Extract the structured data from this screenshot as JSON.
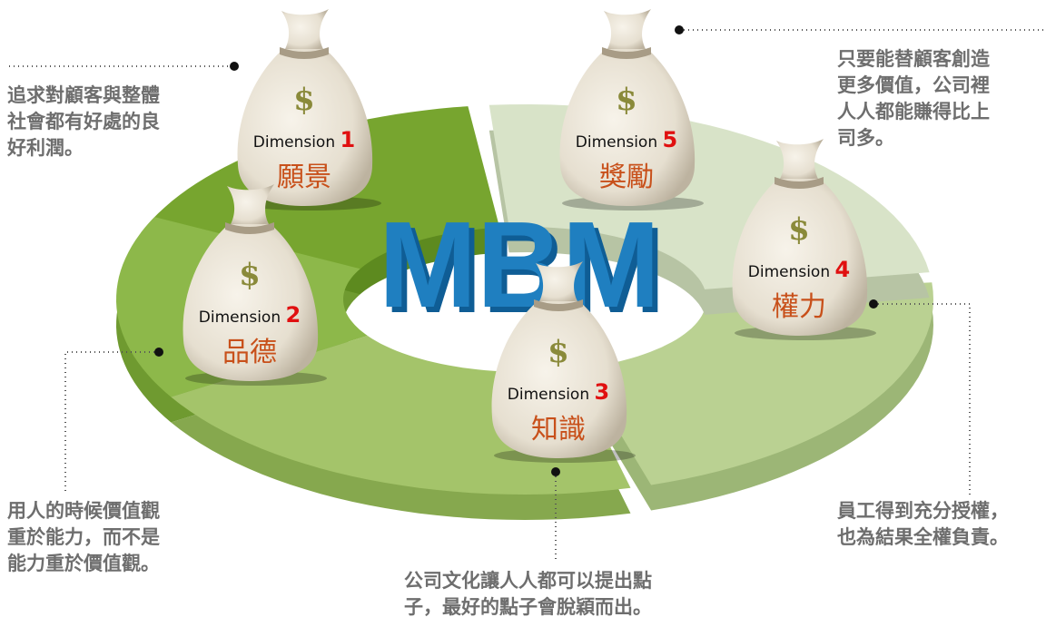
{
  "center_logo": "MBM",
  "dimension_word": "Dimension",
  "dimensions": [
    {
      "number": "1",
      "name": "願景",
      "note": "追求對顧客與整體社會都有好處的良好利潤。",
      "note_lines": [
        "追求對顧客與整體",
        "社會都有好處的良",
        "好利潤。"
      ]
    },
    {
      "number": "2",
      "name": "品德",
      "note_lines": [
        "用人的時候價值觀",
        "重於能力，而不是",
        "能力重於價值觀。"
      ]
    },
    {
      "number": "3",
      "name": "知識",
      "note_lines": [
        "公司文化讓人人都可以提出點",
        "子，最好的點子會脫穎而出。"
      ]
    },
    {
      "number": "4",
      "name": "權力",
      "note_lines": [
        "員工得到充分授權，",
        "也為結果全權負責。"
      ]
    },
    {
      "number": "5",
      "name": "獎勵",
      "note_lines": [
        "只要能替顧客創造",
        "更多價值，公司裡",
        "人人都能賺得比上",
        "司多。"
      ]
    }
  ],
  "colors": {
    "ring1": "#77a52f",
    "ring2": "#8db84a",
    "ring3": "#a4c46a",
    "ring4": "#bad192",
    "ring5": "#d8e3c8",
    "logo": "#1f7fc0",
    "accent_red": "#e01010",
    "label_orange": "#c8501a"
  }
}
